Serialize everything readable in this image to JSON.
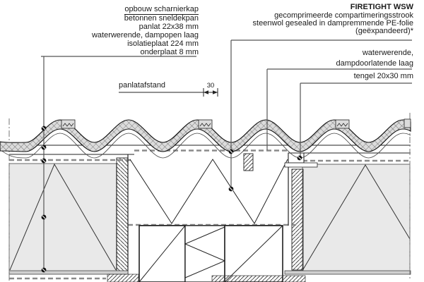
{
  "labels": {
    "assembly": {
      "title": "opbouw scharnierkap",
      "layers": [
        "betonnen sneldekpan",
        "panlat 22x38 mm",
        "waterwerende, dampopen laag",
        "isolatieplaat 224 mm",
        "onderplaat 8 mm"
      ]
    },
    "firetight": {
      "title": "FIRETIGHT WSW",
      "description": [
        "gecomprimeerde compartimeringsstrook",
        "steenwol gesealed in dampremmende PE-folie",
        "(geëxpandeerd)*"
      ]
    },
    "membrane": [
      "waterwerende,",
      "dampdoorlatende laag"
    ],
    "tengel": "tengel 20x30 mm",
    "dimension": {
      "label": "panlatafstand",
      "value": "30"
    }
  },
  "colors": {
    "line": "#1a1a1a",
    "leader": "#555555",
    "membrane_dash": "#8a8a8a",
    "insulation_fill": "#e9e9e9",
    "tile_fill": "#dcdcdc",
    "background": "#ffffff"
  }
}
